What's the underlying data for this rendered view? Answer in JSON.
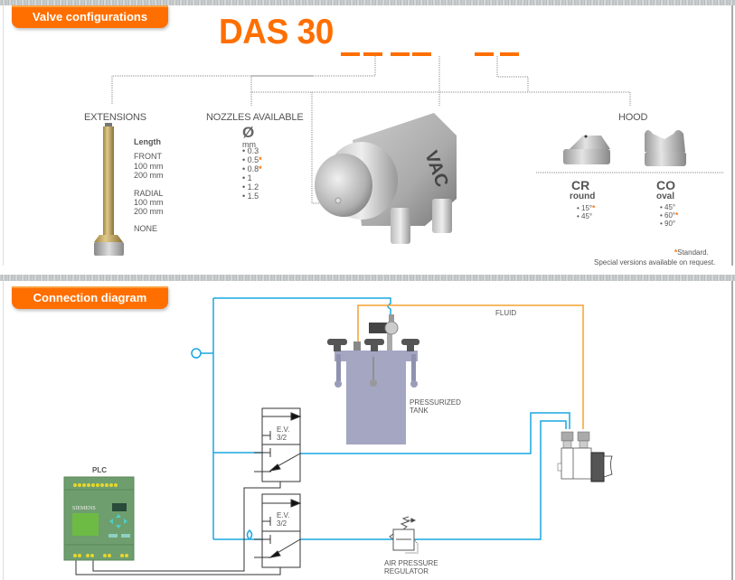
{
  "sections": {
    "valve_configurations": "Valve configurations",
    "connection_diagram": "Connection diagram"
  },
  "model_code": {
    "prefix": "DAS 30",
    "placeholder_segments": 6
  },
  "extensions": {
    "title": "EXTENSIONS",
    "length_label": "Length",
    "front_label": "FRONT",
    "front_sizes": [
      "100 mm",
      "200 mm"
    ],
    "radial_label": "RADIAL",
    "radial_sizes": [
      "100 mm",
      "200 mm"
    ],
    "none_label": "NONE"
  },
  "nozzles": {
    "title": "NOZZLES AVAILABLE",
    "symbol": "Ø",
    "unit": "mm",
    "items": [
      {
        "value": "• 0.3",
        "standard": false
      },
      {
        "value": "• 0.5",
        "standard": true
      },
      {
        "value": "• 0.8",
        "standard": true
      },
      {
        "value": "• 1",
        "standard": false
      },
      {
        "value": "• 1.2",
        "standard": false
      },
      {
        "value": "• 1.5",
        "standard": false
      }
    ]
  },
  "hood": {
    "title": "HOOD",
    "types": [
      {
        "code": "CR",
        "name": "round",
        "angles": [
          {
            "value": "• 15°",
            "standard": true
          },
          {
            "value": "• 45°",
            "standard": false
          }
        ]
      },
      {
        "code": "CO",
        "name": "oval",
        "angles": [
          {
            "value": "• 45°",
            "standard": false
          },
          {
            "value": "• 60°",
            "standard": true
          },
          {
            "value": "• 90°",
            "standard": false
          }
        ]
      }
    ],
    "footnote_star": "*",
    "footnote_standard": "Standard.",
    "footnote_special": "Special versions available on request."
  },
  "diagram": {
    "fluid_label": "FLUID",
    "tank_label_1": "PRESSURIZED",
    "tank_label_2": "TANK",
    "plc_label": "PLC",
    "plc_brand": "SIEMENS",
    "ev_label_1": "E.V.",
    "ev_label_2": "3/2",
    "regulator_label_1": "AIR PRESSURE",
    "regulator_label_2": "REGULATOR",
    "colors": {
      "air_line": "#1aa7e0",
      "fluid_line": "#f5a030",
      "signal_line": "#333333",
      "accent": "#ff6f00"
    }
  }
}
